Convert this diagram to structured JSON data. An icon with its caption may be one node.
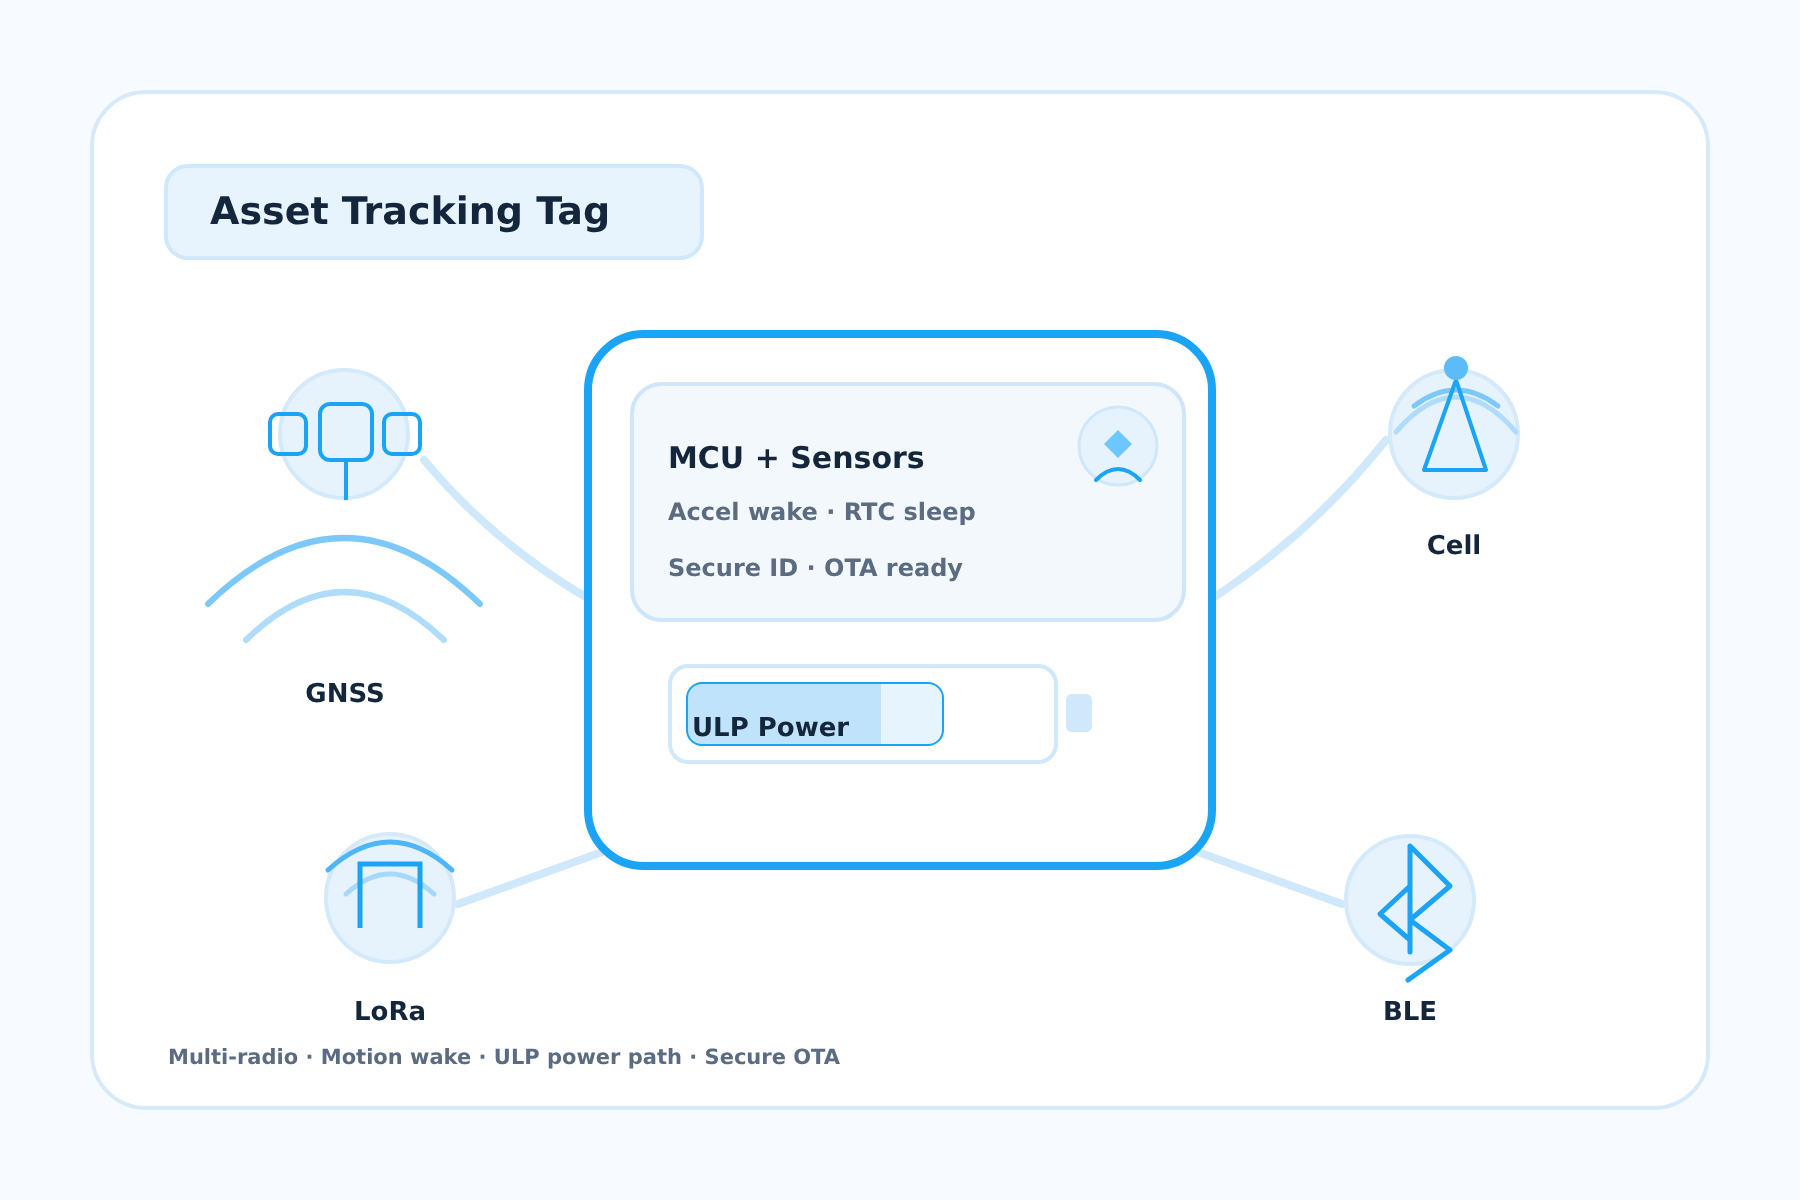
{
  "diagram": {
    "title": "Asset Tracking Tag",
    "nodes": [
      {
        "text": [],
        "shape": "box"
      },
      {
        "text": [
          "MCU + Sensors",
          "Accel wake · RTC sleep",
          "Secure ID · OTA ready"
        ],
        "in": 0
      },
      {
        "text": [
          "ULP Power"
        ],
        "in": 0
      },
      {
        "text": [
          "GNSS"
        ]
      },
      {
        "text": [
          "Cell"
        ]
      },
      {
        "text": [
          "LoRa"
        ]
      },
      {
        "text": [
          "BLE"
        ]
      }
    ],
    "edges": [
      {
        "from": 3,
        "to": 0,
        "arrow": "none"
      },
      {
        "from": 4,
        "to": 0,
        "arrow": "none"
      },
      {
        "from": 5,
        "to": 0,
        "arrow": "none"
      },
      {
        "from": 6,
        "to": 0,
        "arrow": "none"
      }
    ],
    "caption": "Multi-radio · Motion wake · ULP power path · Secure OTA"
  }
}
